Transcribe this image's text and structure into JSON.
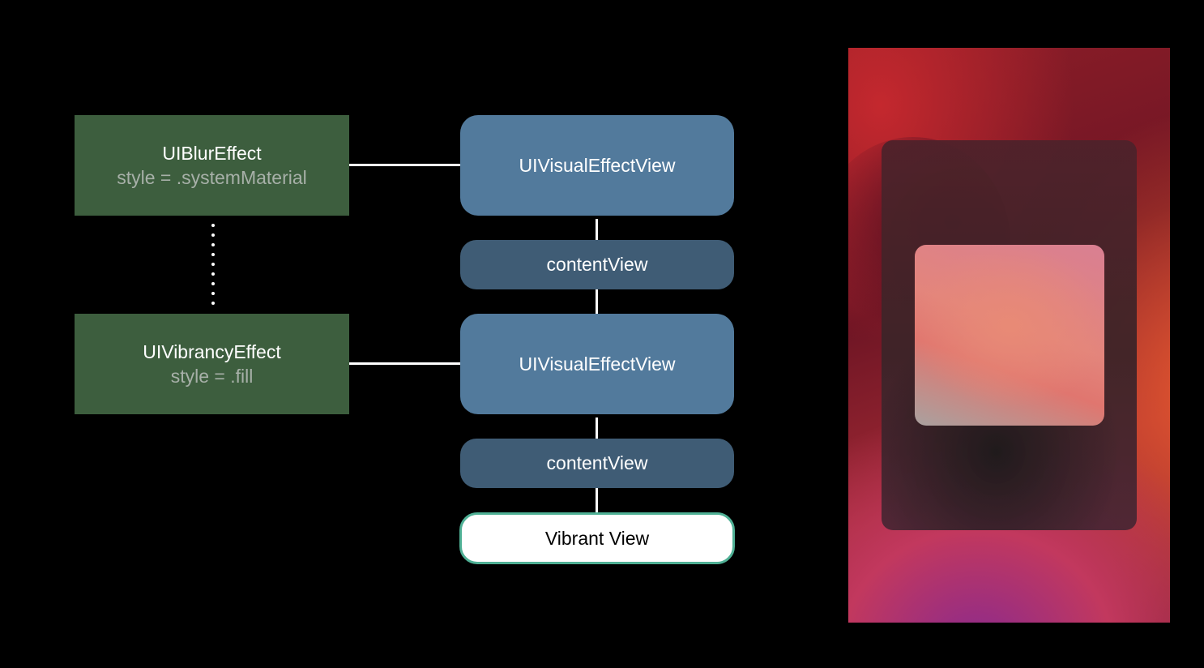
{
  "effects": {
    "blur": {
      "title": "UIBlurEffect",
      "style": "style = .systemMaterial"
    },
    "vibrancy": {
      "title": "UIVibrancyEffect",
      "style": "style = .fill"
    }
  },
  "hierarchy": {
    "visual_effect_view_1": "UIVisualEffectView",
    "content_view_1": "contentView",
    "visual_effect_view_2": "UIVisualEffectView",
    "content_view_2": "contentView",
    "vibrant_view": "Vibrant View"
  },
  "colors": {
    "background": "#000000",
    "effect_box": "#3d5e3e",
    "visual_effect_view": "#527a9c",
    "content_view": "#3f5c75",
    "vibrant_border": "#4fb095"
  }
}
